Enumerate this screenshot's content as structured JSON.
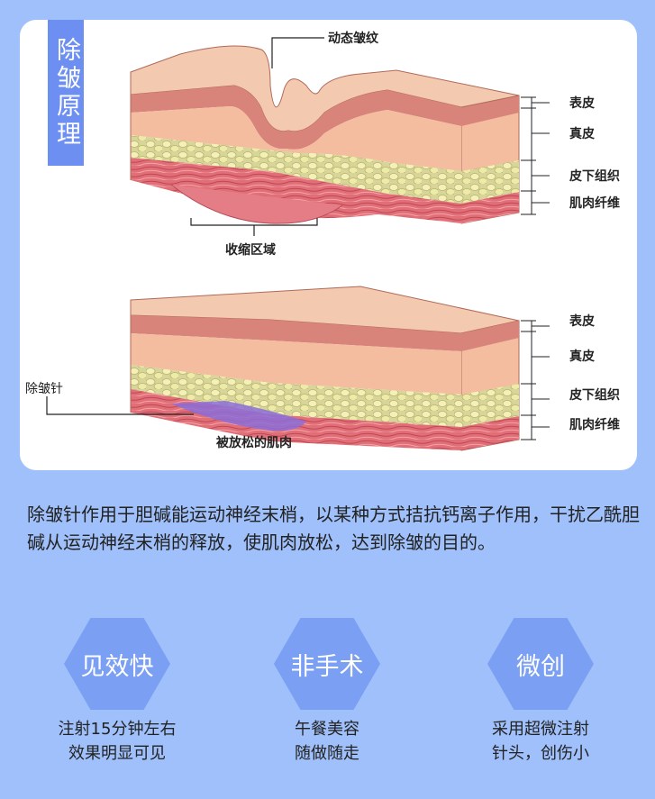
{
  "title": "除皱原理",
  "diagram": {
    "top": {
      "wrinkle_label": "动态皱纹",
      "contraction_label": "收缩区域",
      "layers": [
        "表皮",
        "真皮",
        "皮下组织",
        "肌肉纤维"
      ]
    },
    "bottom": {
      "needle_label": "除皱针",
      "relaxed_label": "被放松的肌肉",
      "layers": [
        "表皮",
        "真皮",
        "皮下组织",
        "肌肉纤维"
      ]
    }
  },
  "description": "除皱针作用于胆碱能运动神经末梢，以某种方式拮抗钙离子作用，干扰乙酰胆碱从运动神经末梢的释放，使肌肉放松，达到除皱的目的。",
  "features": [
    {
      "label": "见效快",
      "line1": "注射15分钟左右",
      "line2": "效果明显可见"
    },
    {
      "label": "非手术",
      "line1": "午餐美容",
      "line2": "随做随走"
    },
    {
      "label": "微创",
      "line1": "采用超微注射",
      "line2": "针头，创伤小"
    }
  ],
  "colors": {
    "background": "#9fc0fb",
    "accent": "#6d8ff2",
    "hex": "#7a9ff3"
  }
}
